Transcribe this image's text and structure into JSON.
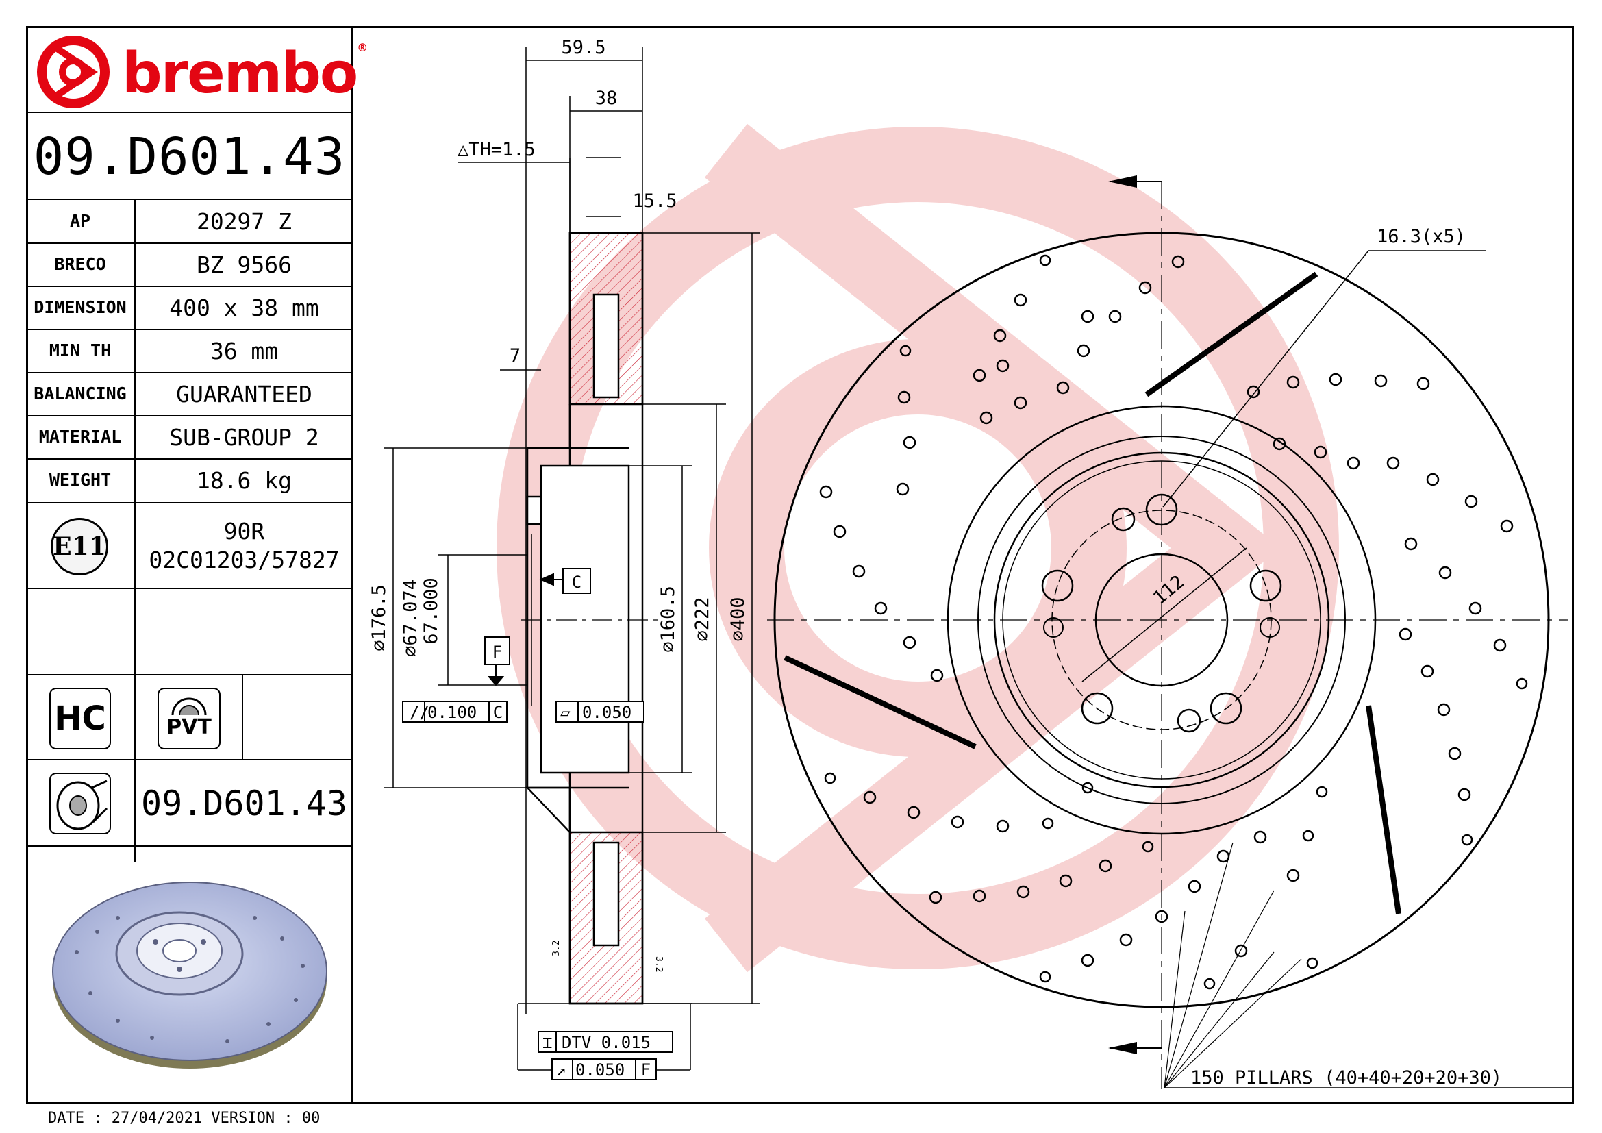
{
  "brand": {
    "name": "brembo",
    "reg_mark": "®",
    "color": "#e30613"
  },
  "part_number": "09.D601.43",
  "specs": [
    {
      "label": "AP",
      "value": "20297 Z"
    },
    {
      "label": "BRECO",
      "value": "BZ 9566"
    },
    {
      "label": "DIMENSION",
      "value": "400 x 38 mm"
    },
    {
      "label": "MIN TH",
      "value": "36 mm"
    },
    {
      "label": "BALANCING",
      "value": "GUARANTEED"
    },
    {
      "label": "MATERIAL",
      "value": "SUB-GROUP 2"
    },
    {
      "label": "WEIGHT",
      "value": "18.6 kg"
    }
  ],
  "approval": {
    "mark": "E11",
    "line1": "90R",
    "line2": "02C01203/57827"
  },
  "badges": {
    "hc": "HC",
    "pvt": "PVT"
  },
  "bottom_part_number": "09.D601.43",
  "footer": {
    "text": "DATE : 27/04/2021 VERSION : 00"
  },
  "drawing": {
    "dim_595": "59.5",
    "dim_38": "38",
    "dim_th": "△TH=1.5",
    "dim_155": "15.5",
    "dim_7": "7",
    "dim_1765": "⌀176.5",
    "dim_67074": "⌀67.074",
    "dim_67000": "67.000",
    "dim_1605": "⌀160.5",
    "dim_222": "⌀222",
    "dim_400": "⌀400",
    "datum_c": "C",
    "datum_f": "F",
    "tol_parallel": "0.100",
    "tol_flat": "0.050",
    "dtv": "DTV 0.015",
    "runout": "0.050",
    "rough": "3.2",
    "holes": "16.3(x5)",
    "pcd": "112",
    "pillars": "150 PILLARS (40+40+20+20+30)"
  },
  "colors": {
    "watermark": "#f6c9c9",
    "line": "#000000",
    "render_disc": "#b7c0e0"
  },
  "icons": [
    "brembo-logo-icon",
    "e11-approval-icon",
    "hc-badge-icon",
    "pvt-badge-icon",
    "disc-type-icon",
    "disc-render-image"
  ]
}
